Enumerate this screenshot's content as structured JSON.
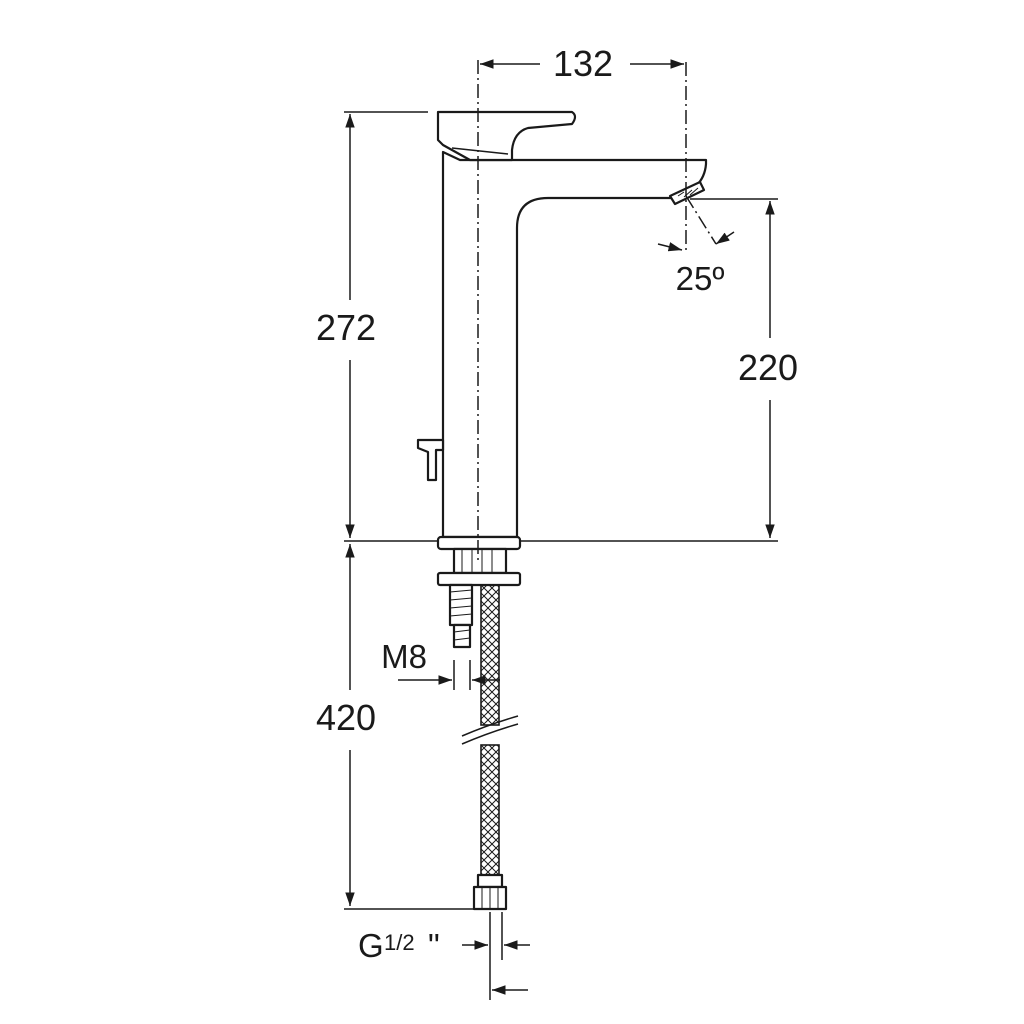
{
  "dimensions": {
    "spout_reach": "132",
    "total_height": "272",
    "spout_height": "220",
    "hose_length": "420",
    "spray_angle": "25º",
    "stud_thread": "M8",
    "hose_connection_main": "G",
    "hose_connection_fraction": "1/2",
    "hose_connection_unit": "\""
  }
}
